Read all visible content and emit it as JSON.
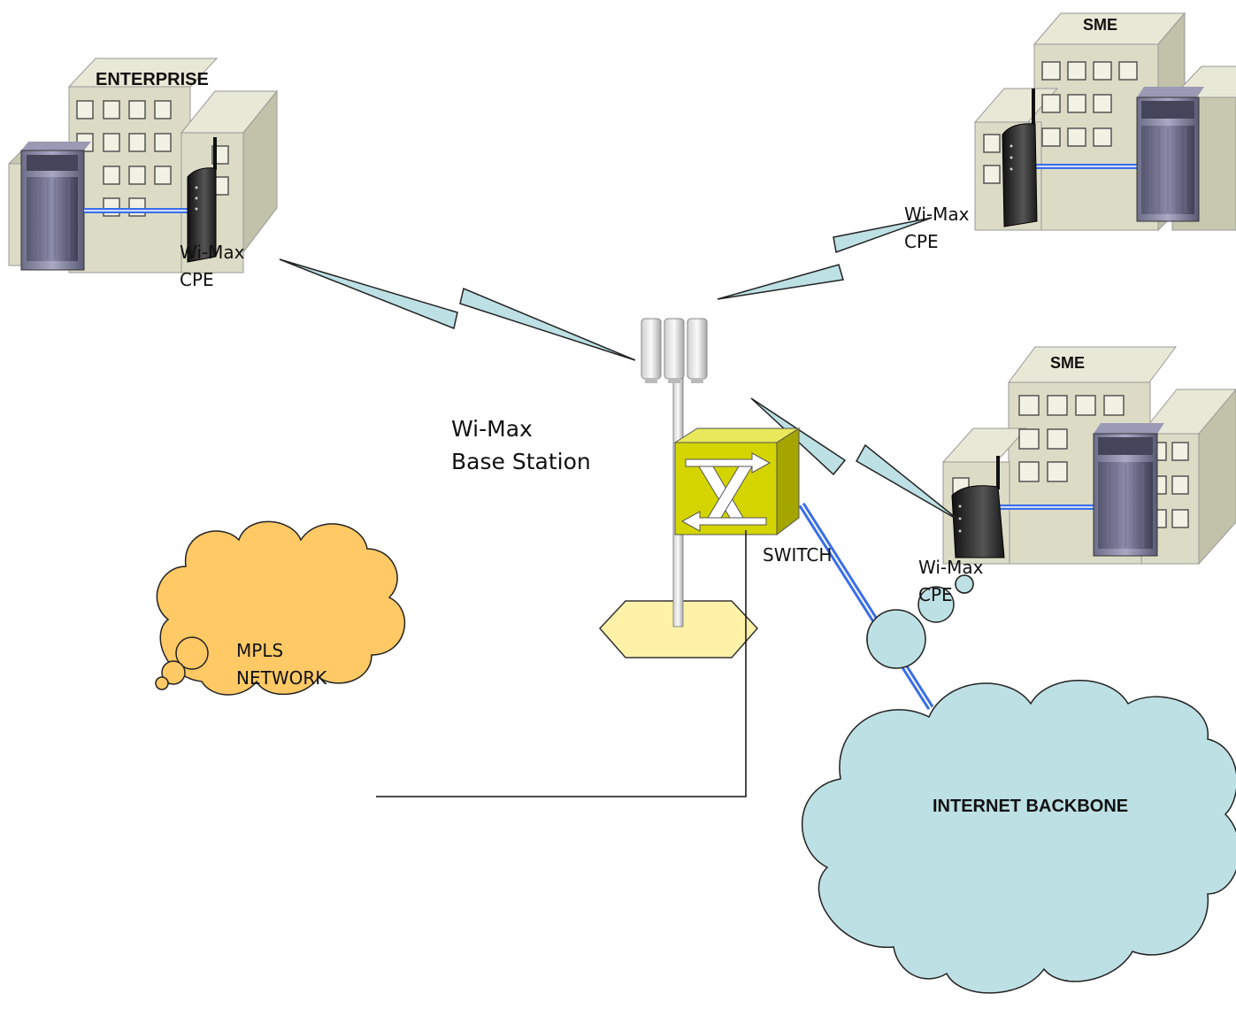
{
  "buildings": {
    "enterprise": {
      "name": "ENTERPRISE"
    },
    "sme_top": {
      "name": "SME"
    },
    "sme_mid": {
      "name": "SME"
    }
  },
  "cpe_labels": {
    "enterprise": {
      "line1": "Wi-Max",
      "line2": "CPE"
    },
    "sme_top": {
      "line1": "Wi-Max",
      "line2": "CPE"
    },
    "sme_mid": {
      "line1": "Wi-Max",
      "line2": "CPE"
    }
  },
  "base_station": {
    "line1": "Wi-Max",
    "line2": "Base Station"
  },
  "switch": {
    "label": "SWITCH"
  },
  "clouds": {
    "mpls": {
      "line1": "MPLS",
      "line2": "NETWORK",
      "fill": "#ffc966"
    },
    "internet": {
      "label": "INTERNET BACKBONE",
      "fill": "#bde0e4"
    }
  },
  "colors": {
    "building": "#dcdcc6",
    "building_dark": "#b8b8a2",
    "switch": "#d4d400",
    "link": "#3a6ee8",
    "wireless": "#bde0e4",
    "base": "#fff2a8"
  }
}
